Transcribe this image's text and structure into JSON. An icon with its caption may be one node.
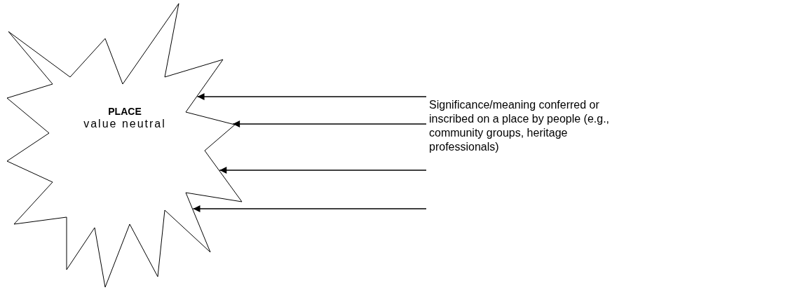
{
  "diagram": {
    "nodes": [
      {
        "text": [
          "PLACE",
          "value neutral"
        ]
      },
      {
        "text": [
          "Significance/meaning conferred or inscribed on a place by people (e.g., community groups, heritage professionals)"
        ]
      }
    ],
    "edges": [
      {
        "from": 1,
        "to": 0,
        "arrow": "to"
      },
      {
        "from": 1,
        "to": 0,
        "arrow": "to"
      },
      {
        "from": 1,
        "to": 0,
        "arrow": "to"
      },
      {
        "from": 1,
        "to": 0,
        "arrow": "to"
      }
    ]
  }
}
